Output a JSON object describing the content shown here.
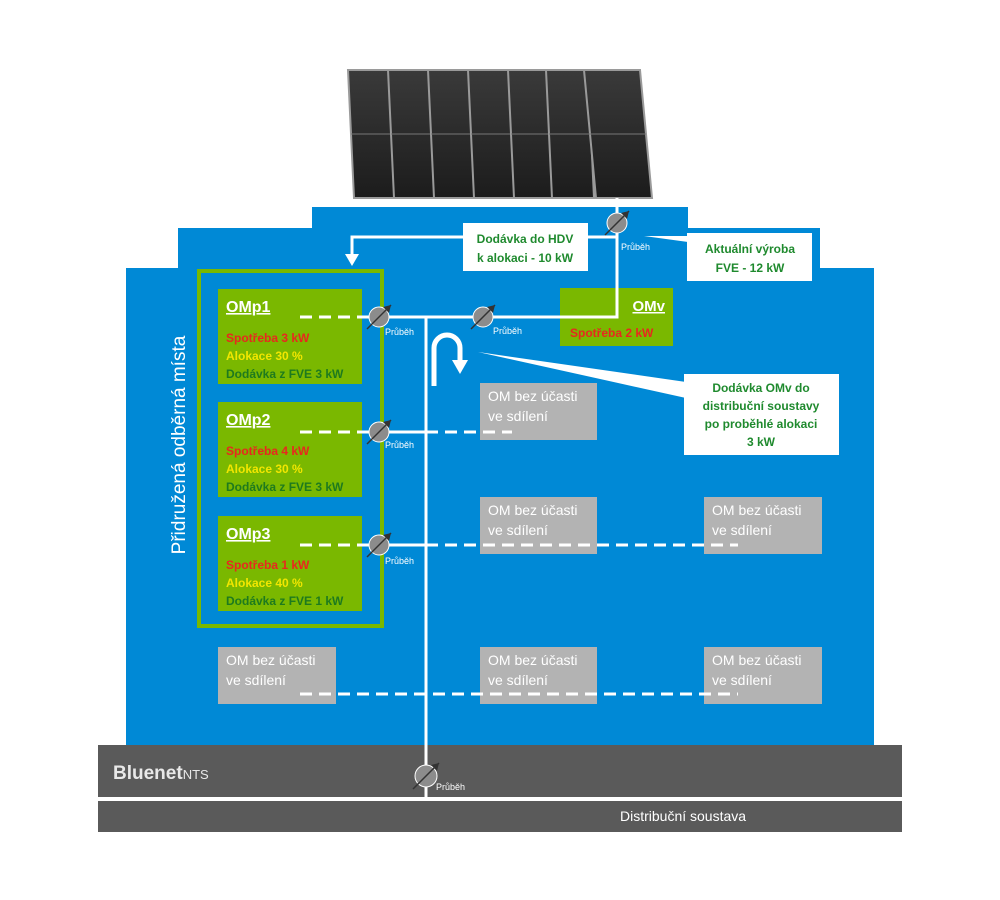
{
  "colors": {
    "building_blue": "#0089d6",
    "green_box": "#7ab800",
    "green_text": "#1f8a2e",
    "consumption_red": "#e8281e",
    "allocation_yellow": "#f2e600",
    "delivery_green": "#1e7a1e",
    "grey_box": "#b3b3b3",
    "grid_dark": "#5a5a5a",
    "meter_grey": "#8c8c8c"
  },
  "meter_label": "Průběh",
  "labels": {
    "delivery_hdv": [
      "Dodávka do HDV",
      "k alokaci - 10 kW"
    ],
    "actual_production": [
      "Aktuální výroba",
      "FVE - 12 kW"
    ],
    "omv_to_grid": [
      "Dodávka OMv do",
      "distribuční soustavy",
      "po proběhlé alokaci",
      "3 kW"
    ],
    "associated_points": "Přidružená odběrná místa"
  },
  "omv": {
    "title": "OMv",
    "consumption": "Spotřeba 2 kW"
  },
  "omp": [
    {
      "title": "OMp1",
      "consumption": "Spotřeba 3 kW",
      "allocation": "Alokace 30 %",
      "delivery": "Dodávka z FVE 3 kW"
    },
    {
      "title": "OMp2",
      "consumption": "Spotřeba 4 kW",
      "allocation": "Alokace 30 %",
      "delivery": "Dodávka z FVE 3 kW"
    },
    {
      "title": "OMp3",
      "consumption": "Spotřeba 1 kW",
      "allocation": "Alokace 40 %",
      "delivery": "Dodávka z FVE 1 kW"
    }
  ],
  "non_participating": [
    "OM bez účasti",
    "ve sdílení"
  ],
  "grid": {
    "brand": "Bluenet",
    "brand_suffix": "NTS",
    "distribution": "Distribuční soustava"
  }
}
